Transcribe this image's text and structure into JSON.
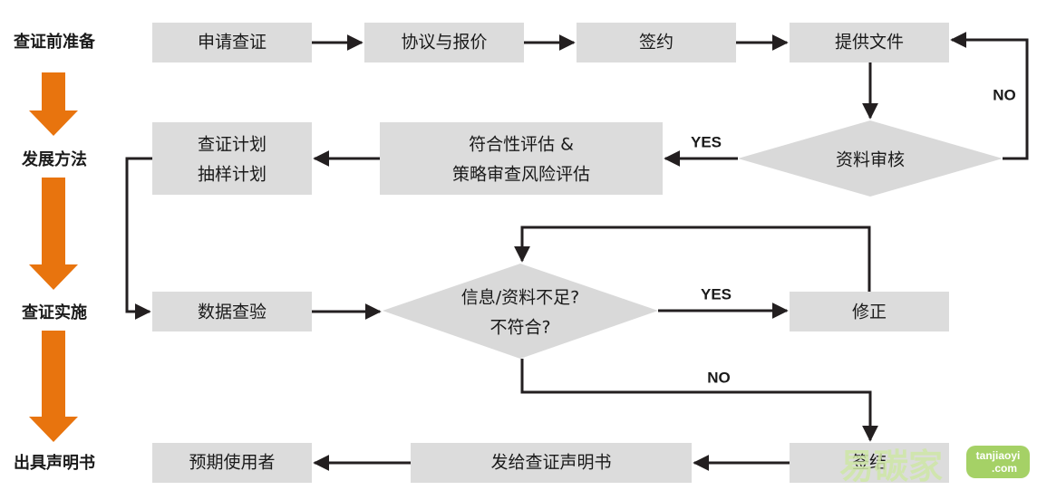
{
  "stages": {
    "prep": "查证前准备",
    "method": "发展方法",
    "implement": "查证实施",
    "statement": "出具声明书"
  },
  "nodes": {
    "apply": "申请查证",
    "agreement": "协议与报价",
    "sign_contract": "签约",
    "provide_docs": "提供文件",
    "doc_review": "资料审核",
    "assess_line1": "符合性评估 &",
    "assess_line2": "策略审查风险评估",
    "plan_line1": "查证计划",
    "plan_line2": "抽样计划",
    "data_check": "数据查验",
    "decision_line1": "信息/资料不足?",
    "decision_line2": "不符合?",
    "correct": "修正",
    "conclude": "签结",
    "issue_statement": "发给查证声明书",
    "users": "预期使用者"
  },
  "edge_labels": {
    "review_no": "NO",
    "review_yes": "YES",
    "decision_yes": "YES",
    "decision_no": "NO"
  },
  "watermark": {
    "brand": "易碳家",
    "site_line1": "tanjiaoyi",
    "site_line2": ".com"
  },
  "colors": {
    "box_fill": "#dcdcdc",
    "diamond_fill": "#d9d9d9",
    "stage_arrow": "#e8740e",
    "line": "#231f20"
  }
}
